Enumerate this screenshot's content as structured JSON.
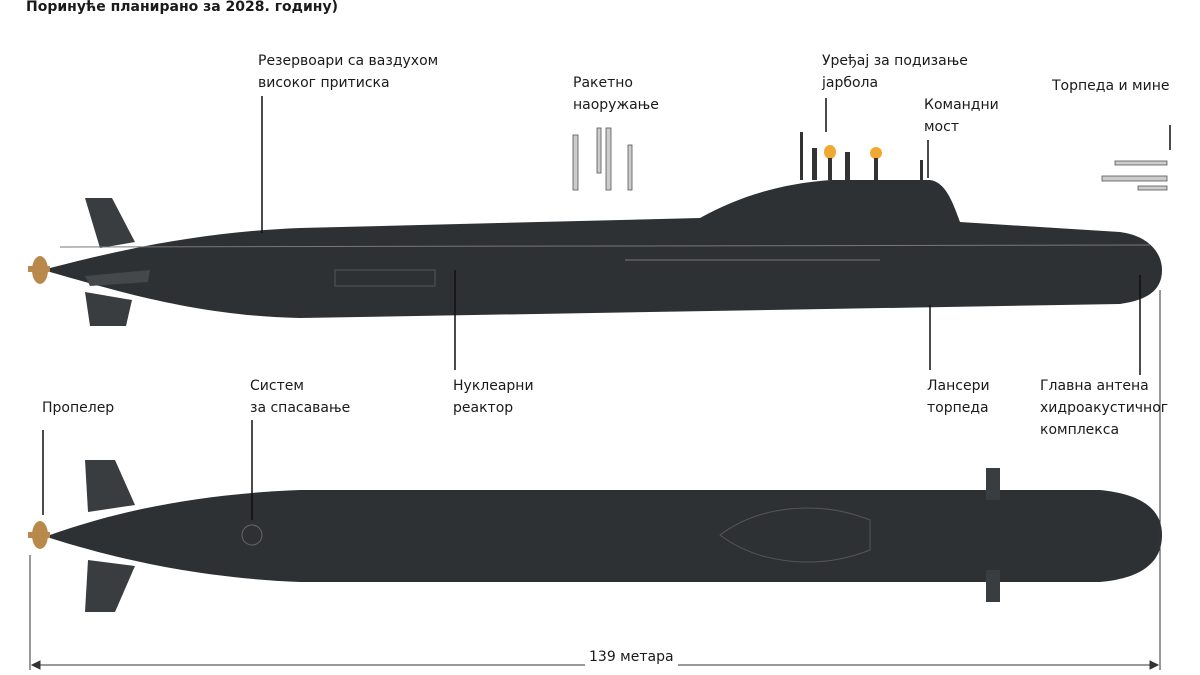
{
  "header": {
    "cut_text": "Поринуће планирано за 2028. годину)"
  },
  "labels": {
    "air_tanks": [
      "Резервоари са ваздухом",
      "високог притиска"
    ],
    "missiles": [
      "Ракетно",
      "наоружање"
    ],
    "mast_device": [
      "Уређај за подизање",
      "јарбола"
    ],
    "bridge": [
      "Командни",
      "мост"
    ],
    "torpedoes_mines": [
      "Торпеда и мине"
    ],
    "propeller": [
      "Пропелер"
    ],
    "rescue": [
      "Систем",
      "за спасавање"
    ],
    "reactor": [
      "Нуклеарни",
      "реактор"
    ],
    "launchers": [
      "Лансери",
      "торпеда"
    ],
    "sonar": [
      "Главна антена",
      "хидроакустичног",
      "комплекса"
    ]
  },
  "dimension": {
    "length": "139 метара"
  },
  "colors": {
    "hull": "#2e3134",
    "propeller": "#b8894a",
    "mast_light": "#f0a830"
  }
}
